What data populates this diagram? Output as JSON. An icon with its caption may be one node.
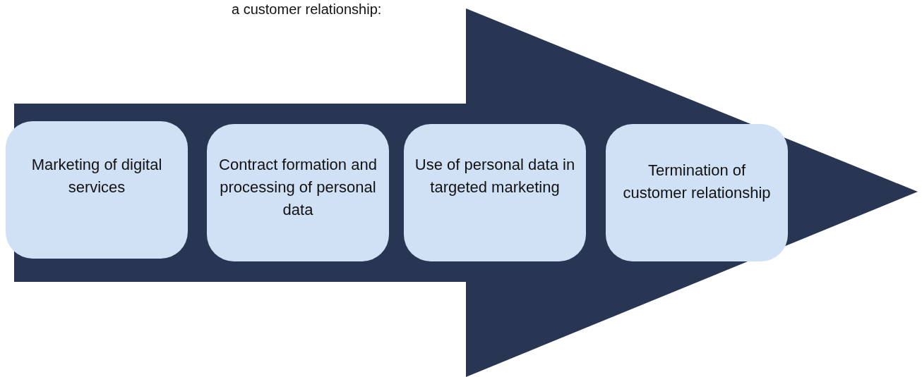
{
  "diagram": {
    "nodes": [
      {
        "text": [
          "Marketing of digital services"
        ]
      },
      {
        "text": [
          "Contract formation and processing of personal data"
        ]
      },
      {
        "text": [
          "Use of personal data in targeted marketing"
        ]
      },
      {
        "text": [
          "Termination of customer relationship"
        ]
      }
    ],
    "labels": [
      "a customer relationship:"
    ]
  }
}
